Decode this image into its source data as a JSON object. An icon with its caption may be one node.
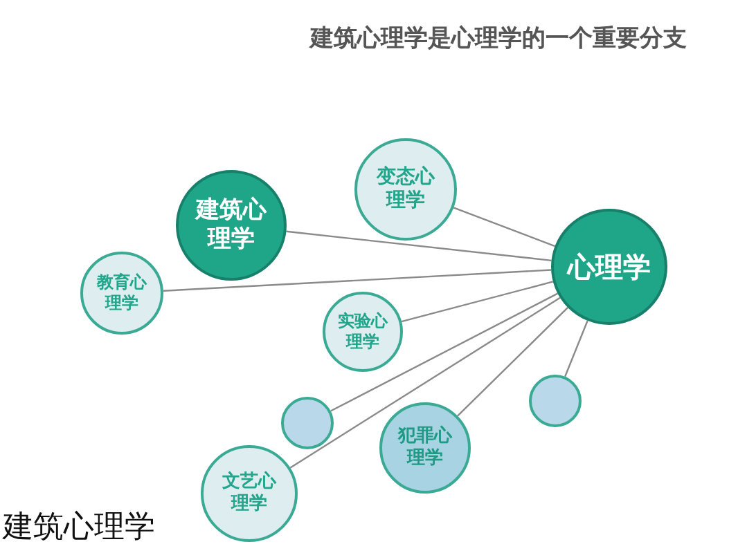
{
  "diagram": {
    "title": "建筑心理学是心理学的一个重要分支",
    "nodes": [
      {
        "text": [
          "心理学"
        ]
      },
      {
        "text": [
          "变态心理学"
        ]
      },
      {
        "text": [
          "建筑心理学"
        ]
      },
      {
        "text": [
          "教育心理学"
        ]
      },
      {
        "text": [
          "实验心理学"
        ]
      },
      {
        "text": [],
        "shape": "circle"
      },
      {
        "text": [
          "犯罪心理学"
        ]
      },
      {
        "text": [
          "文艺心理学"
        ]
      },
      {
        "text": [],
        "shape": "circle"
      }
    ],
    "edges": [
      {
        "from": 0,
        "to": 1,
        "arrow": "none"
      },
      {
        "from": 0,
        "to": 2,
        "arrow": "none"
      },
      {
        "from": 0,
        "to": 3,
        "arrow": "none"
      },
      {
        "from": 0,
        "to": 4,
        "arrow": "none"
      },
      {
        "from": 0,
        "to": 5,
        "arrow": "none"
      },
      {
        "from": 0,
        "to": 6,
        "arrow": "none"
      },
      {
        "from": 0,
        "to": 7,
        "arrow": "none"
      },
      {
        "from": 0,
        "to": 8,
        "arrow": "none"
      }
    ],
    "labels": [
      "建筑心理学"
    ]
  }
}
